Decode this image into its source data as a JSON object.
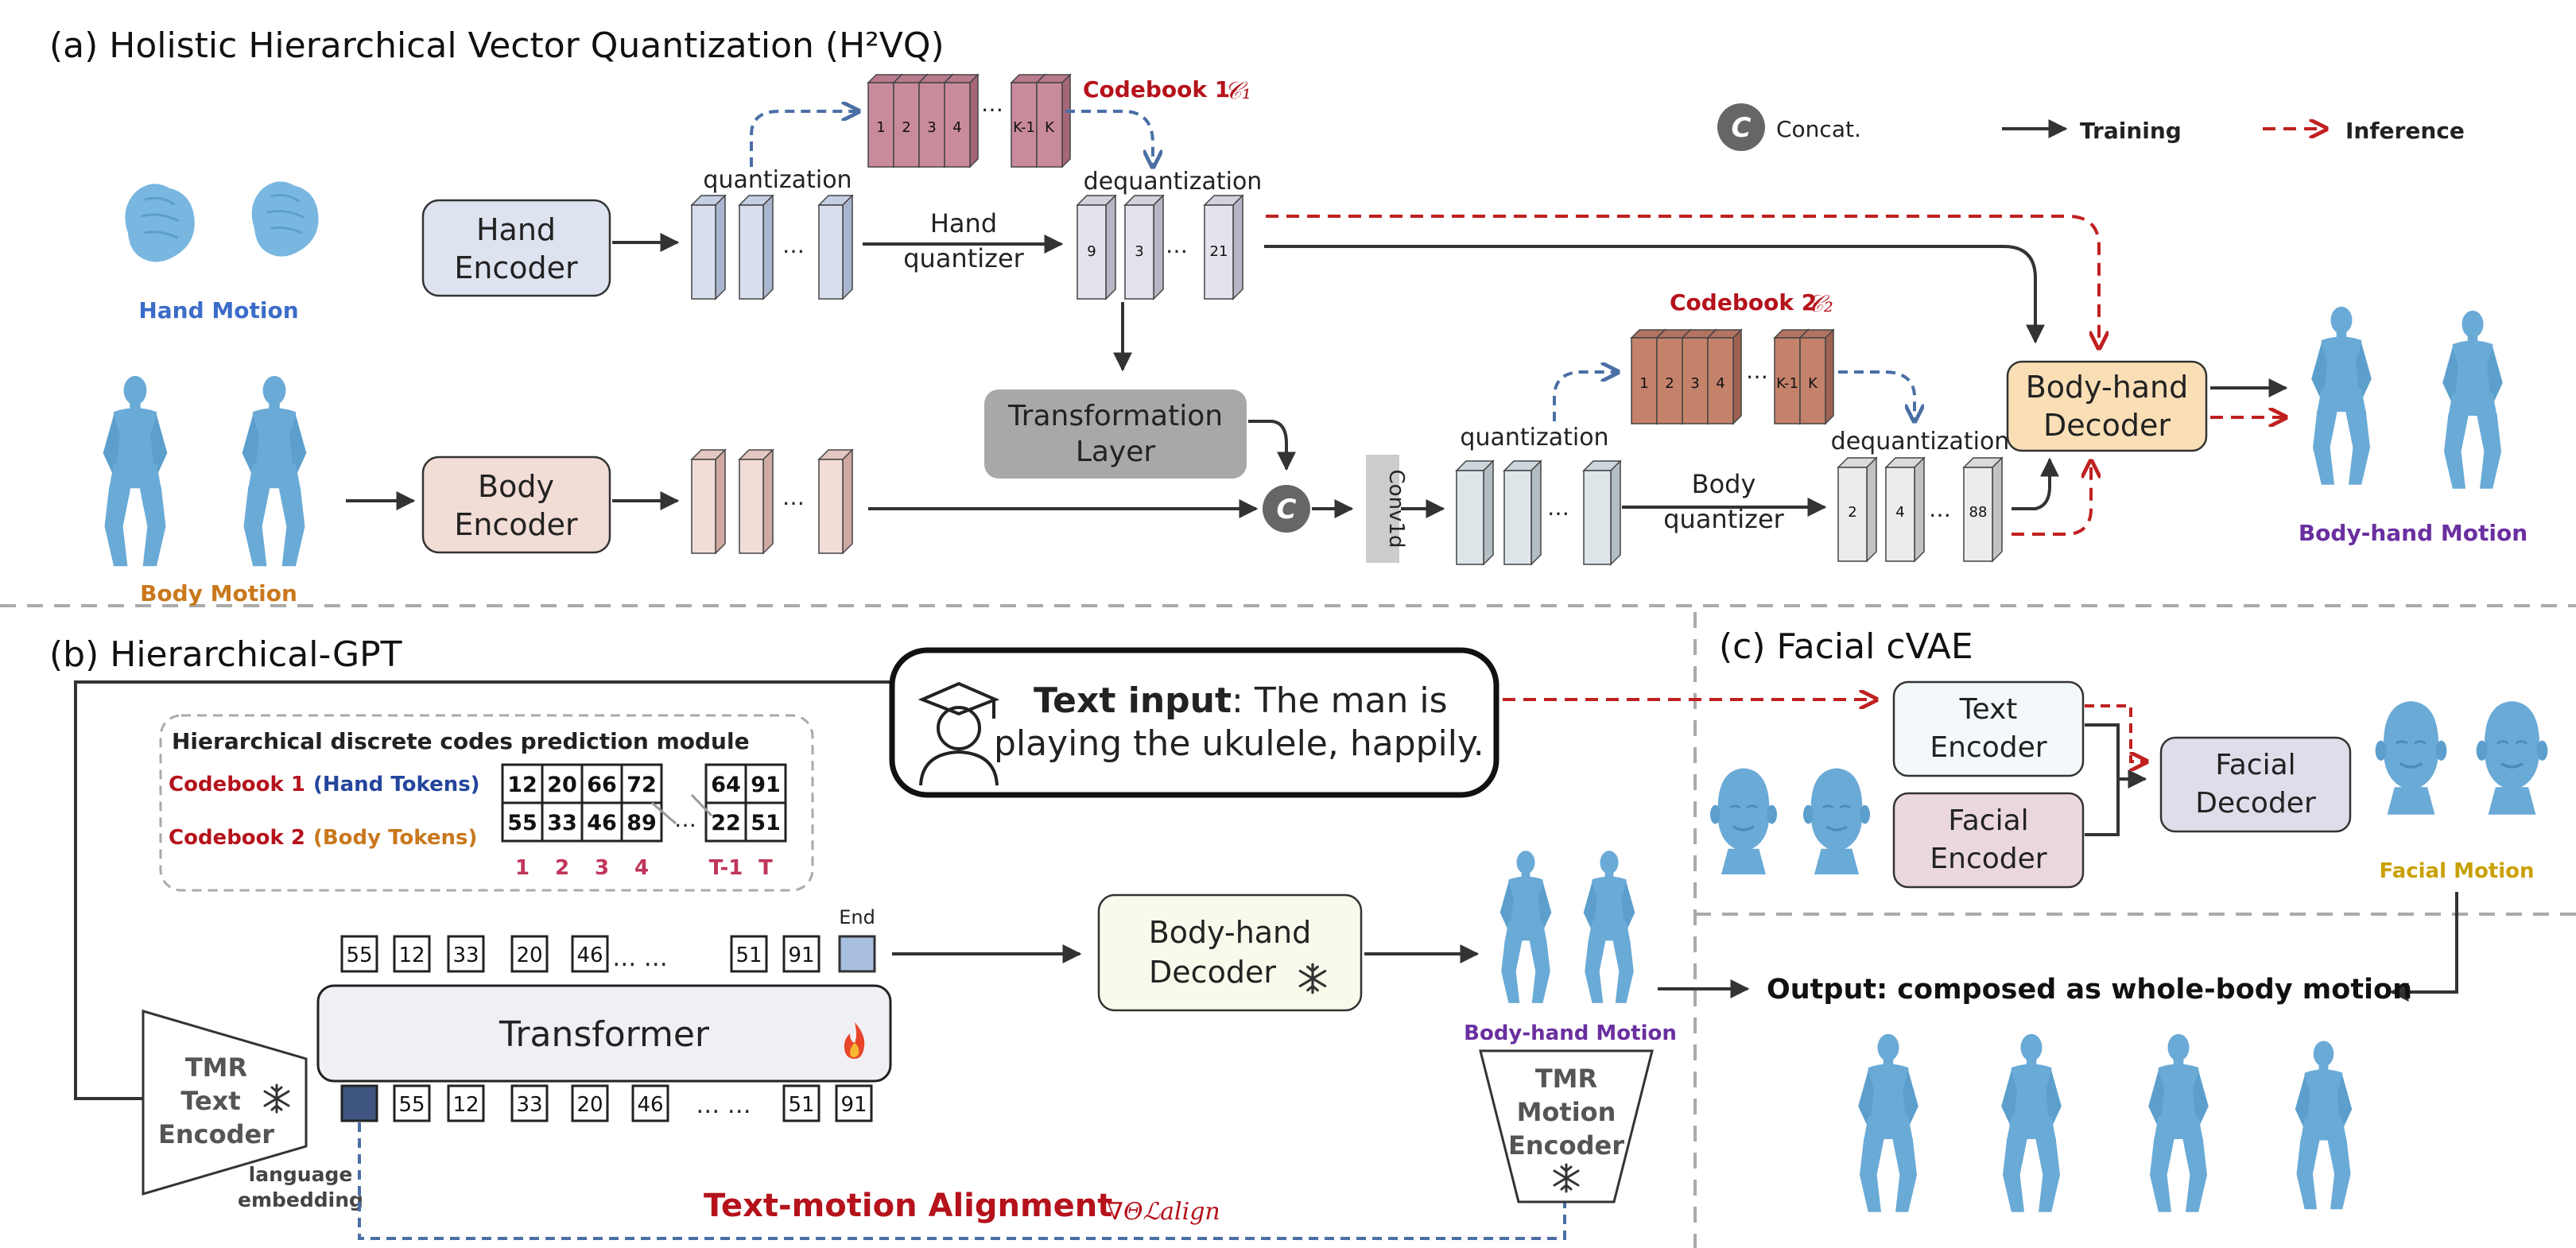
{
  "sections": {
    "a": "(a)  Holistic Hierarchical Vector Quantization (H²VQ)",
    "b": "(b)  Hierarchical-GPT",
    "c": "(c)  Facial cVAE"
  },
  "legend": {
    "concat_symbol": "C",
    "concat": "Concat.",
    "training": "Training",
    "inference": "Inference"
  },
  "colors": {
    "hand_motion": "#3b6cc7",
    "body_motion": "#c9781c",
    "bodyhand_motion": "#6a2fa0",
    "facial_motion": "#c9a000",
    "codebook_red": "#b5121b",
    "alignment_red": "#b5121b",
    "inference_arrow": "#c02020",
    "training_arrow": "#333333",
    "codebook1_fill": "#c98a9c",
    "codebook2_fill": "#c4826a"
  },
  "part_a": {
    "hand_motion_label": "Hand Motion",
    "body_motion_label": "Body Motion",
    "hand_encoder": [
      "Hand",
      "Encoder"
    ],
    "body_encoder": [
      "Body",
      "Encoder"
    ],
    "quantization": "quantization",
    "dequantization": "dequantization",
    "hand_quantizer": [
      "Hand",
      "quantizer"
    ],
    "body_quantizer": [
      "Body",
      "quantizer"
    ],
    "codebook1": "Codebook 1",
    "codebook1_sym": "𝒞₁",
    "codebook2": "Codebook 2",
    "codebook2_sym": "𝒞₂",
    "codebook_cells": [
      "1",
      "2",
      "3",
      "4",
      "K-1",
      "K"
    ],
    "hand_tokens": [
      "9",
      "3",
      "21"
    ],
    "body_tokens": [
      "2",
      "4",
      "88"
    ],
    "ellipsis": "…",
    "transformation_layer": [
      "Transformation",
      "Layer"
    ],
    "conv1d": "Conv1d",
    "bodyhand_decoder": [
      "Body-hand",
      "Decoder"
    ],
    "output_label": "Body-hand Motion"
  },
  "part_b": {
    "text_input_bold": "Text input",
    "text_input_rest": ": The man is",
    "text_input_line2": "playing the ukulele, happily.",
    "module_title": "Hierarchical discrete codes prediction module",
    "cb1_label": "Codebook 1",
    "cb1_paren": "(Hand Tokens)",
    "cb2_label": "Codebook 2",
    "cb2_paren": "(Body Tokens)",
    "grid_top": [
      "12",
      "20",
      "66",
      "72",
      "64",
      "91"
    ],
    "grid_bottom": [
      "55",
      "33",
      "46",
      "89",
      "22",
      "51"
    ],
    "grid_index": [
      "1",
      "2",
      "3",
      "4",
      "T-1",
      "T"
    ],
    "output_tokens": [
      "55",
      "12",
      "33",
      "20",
      "46",
      "51",
      "91"
    ],
    "input_tokens": [
      "55",
      "12",
      "33",
      "20",
      "46",
      "51",
      "91"
    ],
    "end_label": "End",
    "dots": "… …",
    "transformer": "Transformer",
    "tmr_text_encoder": [
      "TMR",
      "Text",
      "Encoder"
    ],
    "language_embedding": [
      "language",
      "embedding"
    ],
    "bodyhand_decoder": [
      "Body-hand",
      "Decoder"
    ],
    "bodyhand_motion": "Body-hand Motion",
    "tmr_motion_encoder": [
      "TMR",
      "Motion",
      "Encoder"
    ],
    "alignment": "Text-motion Alignment",
    "alignment_formula": "∇Θℒalign"
  },
  "part_c": {
    "text_encoder": [
      "Text",
      "Encoder"
    ],
    "facial_encoder": [
      "Facial",
      "Encoder"
    ],
    "facial_decoder": [
      "Facial",
      "Decoder"
    ],
    "facial_motion": "Facial Motion",
    "output": "Output: composed as whole-body motion"
  }
}
